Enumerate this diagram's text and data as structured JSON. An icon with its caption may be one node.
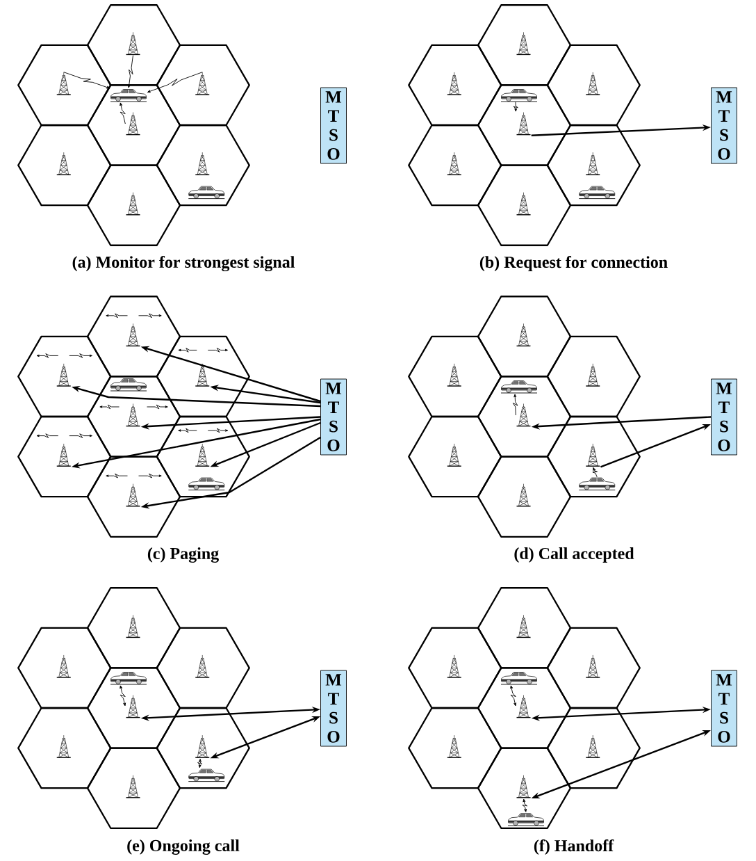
{
  "diagram": {
    "nodes": [
      {
        "text": [],
        "shape": "picture"
      },
      {
        "text": [],
        "shape": "picture"
      },
      {
        "text": [],
        "shape": "picture"
      },
      {
        "text": [],
        "shape": "picture"
      },
      {
        "text": [],
        "shape": "picture"
      },
      {
        "text": [],
        "shape": "picture"
      },
      {
        "text": [],
        "shape": "picture"
      },
      {
        "text": [],
        "shape": "picture"
      },
      {
        "text": [],
        "shape": "picture"
      },
      {
        "text": [
          "M T S O"
        ]
      },
      {
        "text": [],
        "shape": "picture"
      },
      {
        "text": [],
        "shape": "picture"
      },
      {
        "text": [],
        "shape": "picture"
      },
      {
        "text": [],
        "shape": "picture"
      },
      {
        "text": [],
        "shape": "picture"
      },
      {
        "text": [],
        "shape": "picture"
      },
      {
        "text": [],
        "shape": "picture"
      },
      {
        "text": [],
        "shape": "picture"
      },
      {
        "text": [],
        "shape": "picture"
      },
      {
        "text": [
          "M T S O"
        ]
      },
      {
        "text": [],
        "shape": "picture"
      },
      {
        "text": [],
        "shape": "picture"
      },
      {
        "text": [],
        "shape": "picture"
      },
      {
        "text": [],
        "shape": "picture"
      },
      {
        "text": [],
        "shape": "picture"
      },
      {
        "text": [],
        "shape": "picture"
      },
      {
        "text": [],
        "shape": "picture"
      },
      {
        "text": [],
        "shape": "picture"
      },
      {
        "text": [],
        "shape": "picture"
      },
      {
        "text": [
          "M T S O"
        ]
      },
      {
        "text": [],
        "shape": "picture"
      },
      {
        "text": [],
        "shape": "picture"
      },
      {
        "text": [],
        "shape": "picture"
      },
      {
        "text": [],
        "shape": "picture"
      },
      {
        "text": [],
        "shape": "picture"
      },
      {
        "text": [],
        "shape": "picture"
      },
      {
        "text": [],
        "shape": "picture"
      },
      {
        "text": [],
        "shape": "picture"
      },
      {
        "text": [],
        "shape": "picture"
      },
      {
        "text": [
          "M T S O"
        ]
      },
      {
        "text": [],
        "shape": "picture"
      },
      {
        "text": [],
        "shape": "picture"
      },
      {
        "text": [],
        "shape": "picture"
      },
      {
        "text": [],
        "shape": "picture"
      },
      {
        "text": [],
        "shape": "picture"
      },
      {
        "text": [],
        "shape": "picture"
      },
      {
        "text": [],
        "shape": "picture"
      },
      {
        "text": [],
        "shape": "picture"
      },
      {
        "text": [],
        "shape": "picture"
      },
      {
        "text": [
          "M T S O"
        ]
      },
      {
        "text": [],
        "shape": "picture"
      },
      {
        "text": [],
        "shape": "picture"
      },
      {
        "text": [],
        "shape": "picture"
      },
      {
        "text": [],
        "shape": "picture"
      },
      {
        "text": [],
        "shape": "picture"
      },
      {
        "text": [],
        "shape": "picture"
      },
      {
        "text": [],
        "shape": "picture"
      },
      {
        "text": [],
        "shape": "picture"
      },
      {
        "text": [],
        "shape": "picture"
      },
      {
        "text": [
          "M T S O"
        ]
      }
    ],
    "edges": [
      {
        "from": 0,
        "to": 3,
        "arrow": "to"
      },
      {
        "from": 1,
        "to": 3,
        "arrow": "to"
      },
      {
        "from": 2,
        "to": 3,
        "arrow": "to"
      },
      {
        "from": 4,
        "to": 3,
        "arrow": "to"
      },
      {
        "from": 13,
        "to": 14,
        "arrow": "to"
      },
      {
        "from": 14,
        "to": 19,
        "arrow": "to"
      },
      {
        "from": 29,
        "to": 20,
        "arrow": "to"
      },
      {
        "from": 29,
        "to": 22,
        "arrow": "to"
      },
      {
        "from": 29,
        "to": 21,
        "arrow": "to"
      },
      {
        "from": 29,
        "to": 24,
        "arrow": "to"
      },
      {
        "from": 29,
        "to": 25,
        "arrow": "to"
      },
      {
        "from": 29,
        "to": 26,
        "arrow": "to"
      },
      {
        "from": 29,
        "to": 28,
        "arrow": "to"
      },
      {
        "from": 34,
        "to": 33,
        "arrow": "to"
      },
      {
        "from": 39,
        "to": 34,
        "arrow": "to"
      },
      {
        "from": 36,
        "to": 39,
        "arrow": "to"
      },
      {
        "from": 37,
        "to": 36,
        "arrow": "to"
      },
      {
        "from": 43,
        "to": 44,
        "arrow": "both"
      },
      {
        "from": 44,
        "to": 49,
        "arrow": "both"
      },
      {
        "from": 46,
        "to": 49,
        "arrow": "both"
      },
      {
        "from": 47,
        "to": 46,
        "arrow": "both"
      },
      {
        "from": 53,
        "to": 54,
        "arrow": "both"
      },
      {
        "from": 54,
        "to": 59,
        "arrow": "both"
      },
      {
        "from": 57,
        "to": 59,
        "arrow": "both"
      },
      {
        "from": 58,
        "to": 57,
        "arrow": "both"
      }
    ],
    "labels": [
      "(a) Monitor for strongest signal",
      "(b) Request for connection",
      "(c) Paging",
      "(d) Call accepted",
      "(e) Ongoing call",
      "(f) Handoff"
    ]
  }
}
